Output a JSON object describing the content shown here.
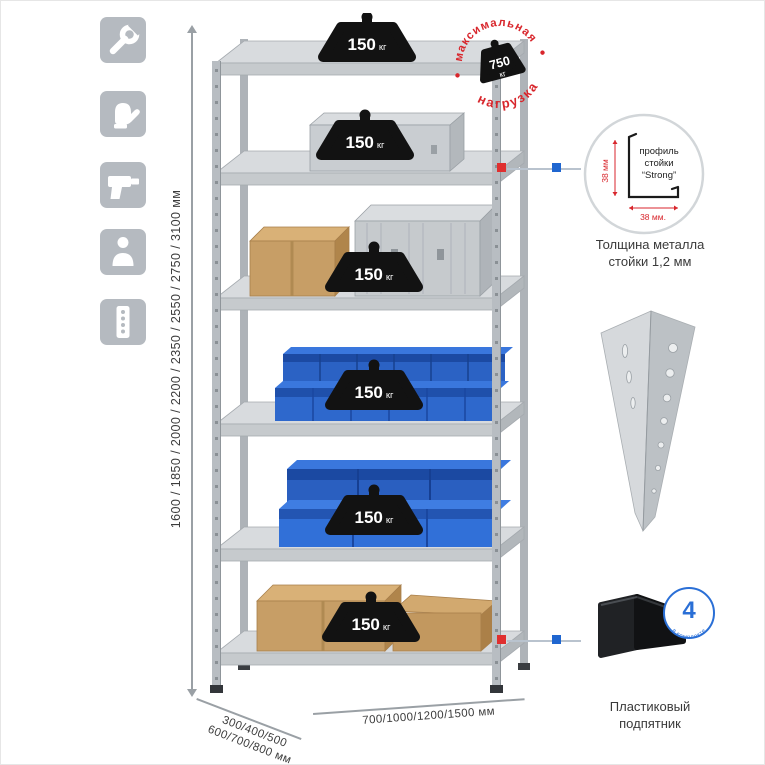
{
  "colors": {
    "accent_red": "#d8262c",
    "accent_blue": "#1f66d0",
    "metal_gray": "#c6cacd"
  },
  "features": {
    "icons": [
      "wrench-icon",
      "work-gloves-icon",
      "drill-icon",
      "person-icon",
      "perforated-post-icon"
    ]
  },
  "shelf_badge": {
    "value": "150",
    "unit": "кг"
  },
  "stamp": {
    "arc_top": "максимальная",
    "arc_bottom": "нагрузка",
    "value": "750",
    "unit": "кг"
  },
  "dims": {
    "heights": "1600 / 1850 / 2000 / 2200 / 2350 / 2550 / 2750 / 3100 мм",
    "depth_line1": "300/400/500",
    "depth_line2": "600/700/800 мм",
    "width": "700/1000/1200/1500 мм"
  },
  "profile": {
    "label1": "профиль",
    "label2": "стойки",
    "label3": "“Strong”",
    "dim_vertical": "38 мм",
    "dim_horizontal": "38 мм.",
    "caption1": "Толщина металла",
    "caption2": "стойки 1,2 мм"
  },
  "foot": {
    "count": "4",
    "ring_text": "в комплекте",
    "caption1": "Пластиковый",
    "caption2": "подпятник"
  }
}
